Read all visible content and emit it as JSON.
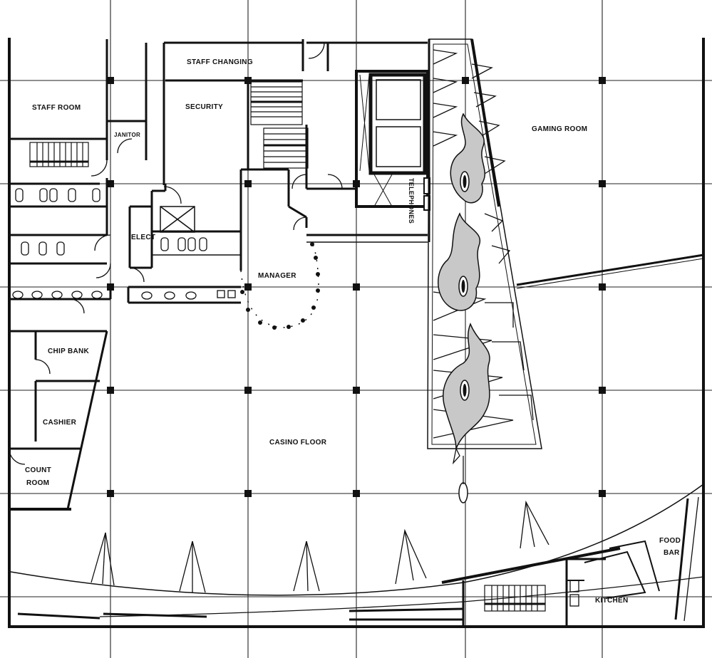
{
  "rooms": {
    "staff_changing": "STAFF CHANGING",
    "staff_room": "STAFF ROOM",
    "security": "SECURITY",
    "janitor": "JANITOR",
    "gaming_room": "GAMING ROOM",
    "telephones": "TELEPHONES",
    "elect": "ELECT",
    "manager": "MANAGER",
    "chip_bank": "CHIP BANK",
    "cashier": "CASHIER",
    "count": "COUNT",
    "room": "ROOM",
    "casino_floor": "CASINO FLOOR",
    "food": "FOOD",
    "bar": "BAR",
    "kitchen": "KITCHEN"
  },
  "colors": {
    "wall": "#111111",
    "grid": "#222222",
    "column": "#111111",
    "feature_fill": "#c8c8c8"
  }
}
